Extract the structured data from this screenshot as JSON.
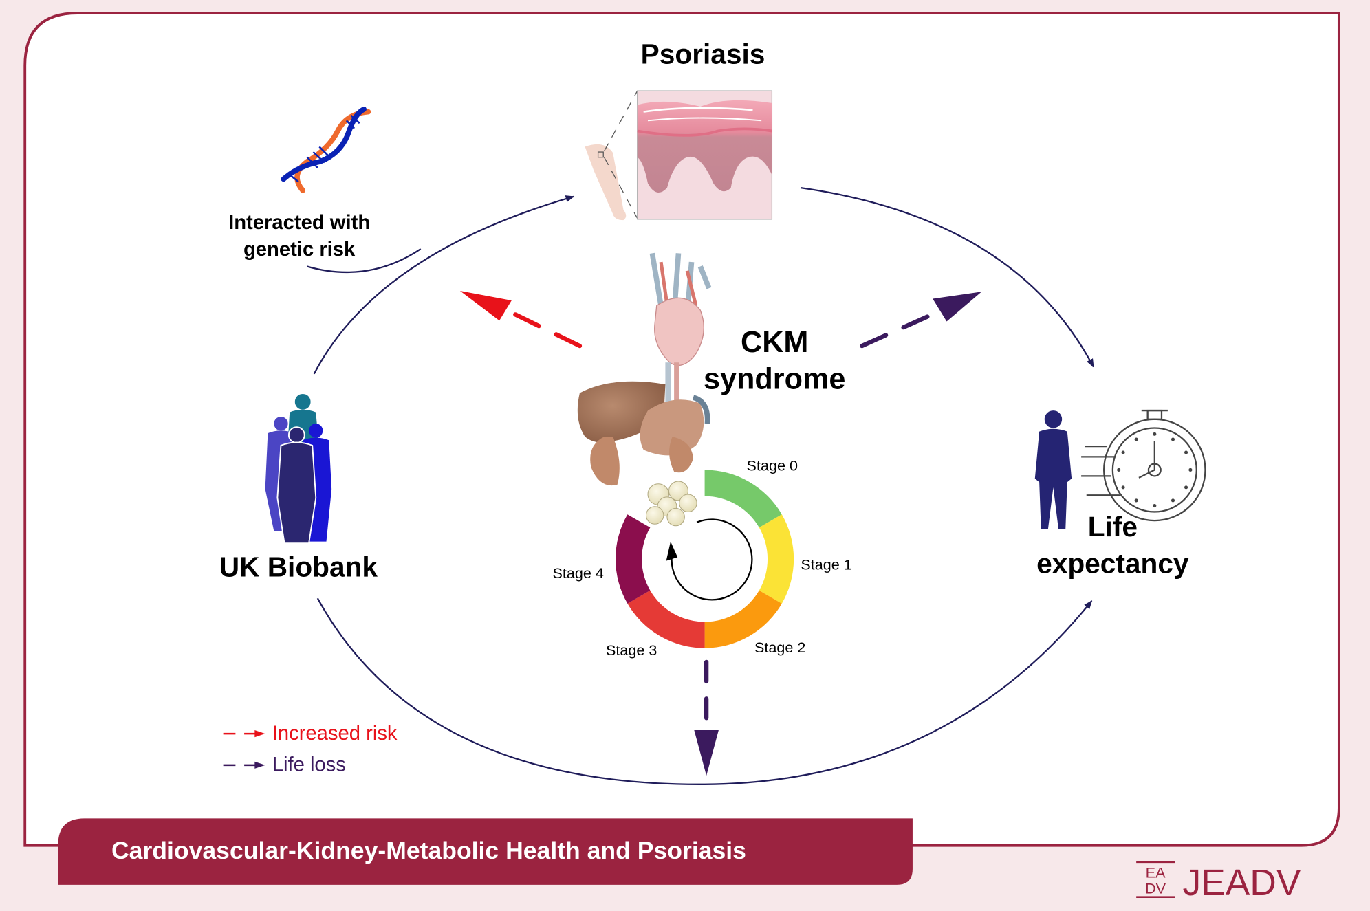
{
  "title": "Psoriasis",
  "center": {
    "line1": "CKM",
    "line2": "syndrome"
  },
  "genetic": {
    "line1": "Interacted with",
    "line2": "genetic risk"
  },
  "biobank": {
    "label": "UK Biobank"
  },
  "life": {
    "line1": "Life",
    "line2": "expectancy"
  },
  "stages": [
    {
      "label": "Stage 0",
      "color": "#76c96a"
    },
    {
      "label": "Stage 1",
      "color": "#fbe336"
    },
    {
      "label": "Stage 2",
      "color": "#fb9a0e"
    },
    {
      "label": "Stage 3",
      "color": "#e53a36"
    },
    {
      "label": "Stage 4",
      "color": "#8b0e4d"
    }
  ],
  "legend": {
    "increased_risk": {
      "label": "Increased risk",
      "color": "#e8121a"
    },
    "life_loss": {
      "label": "Life loss",
      "color": "#3b1a5e"
    }
  },
  "banner": {
    "text": "Cardiovascular-Kidney-Metabolic Health and Psoriasis"
  },
  "logo": {
    "mark_top": "EA",
    "mark_bottom": "DV",
    "text": "JEADV"
  },
  "colors": {
    "frame": "#9b2340",
    "background": "#f7e8ea",
    "cycle_arrow": "#1f1c5a"
  }
}
